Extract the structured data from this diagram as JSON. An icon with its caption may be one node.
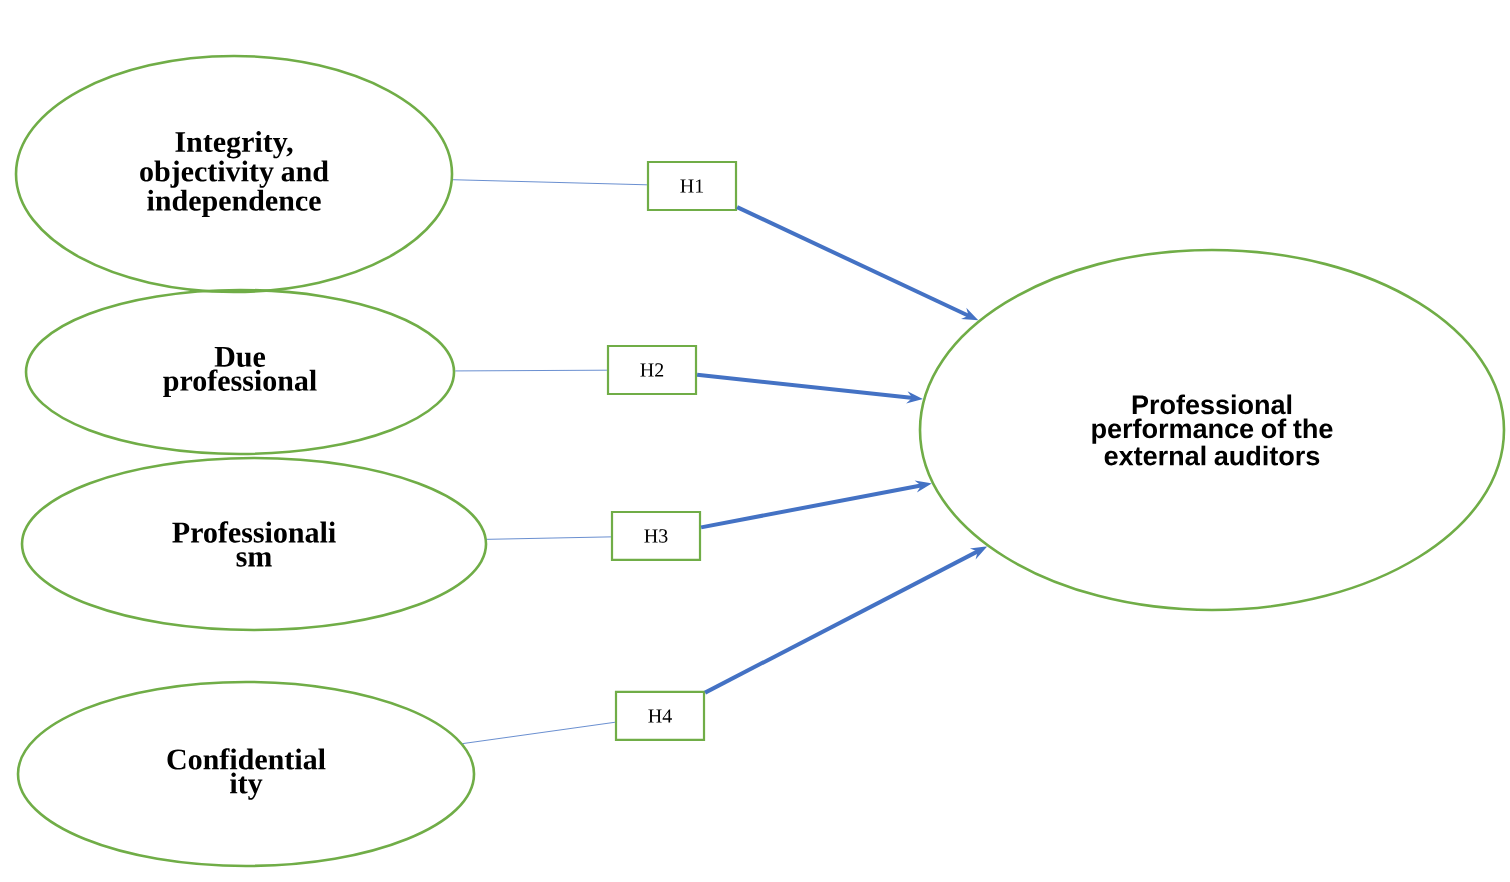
{
  "diagram": {
    "nodes": [
      {
        "text": [
          "Integrity, objectivity and independence"
        ]
      },
      {
        "text": [
          "Due professional"
        ]
      },
      {
        "text": [
          "Professionali sm"
        ]
      },
      {
        "text": [
          "Confidential ity"
        ]
      },
      {
        "text": [
          "H1"
        ]
      },
      {
        "text": [
          "H2"
        ]
      },
      {
        "text": [
          "H3"
        ]
      },
      {
        "text": [
          "H4"
        ]
      },
      {
        "text": [
          "Professional performance of the external auditors"
        ]
      }
    ],
    "edges": [
      {
        "from": 0,
        "to": 4,
        "arrow": "none"
      },
      {
        "from": 4,
        "to": 8,
        "arrow": "to",
        "style": "thick"
      },
      {
        "from": 1,
        "to": 5,
        "arrow": "none"
      },
      {
        "from": 5,
        "to": 8,
        "arrow": "to",
        "style": "thick"
      },
      {
        "from": 2,
        "to": 6,
        "arrow": "none"
      },
      {
        "from": 6,
        "to": 8,
        "arrow": "to",
        "style": "thick"
      },
      {
        "from": 3,
        "to": 7,
        "arrow": "none"
      },
      {
        "from": 7,
        "to": 8,
        "arrow": "to",
        "style": "thick"
      }
    ]
  }
}
